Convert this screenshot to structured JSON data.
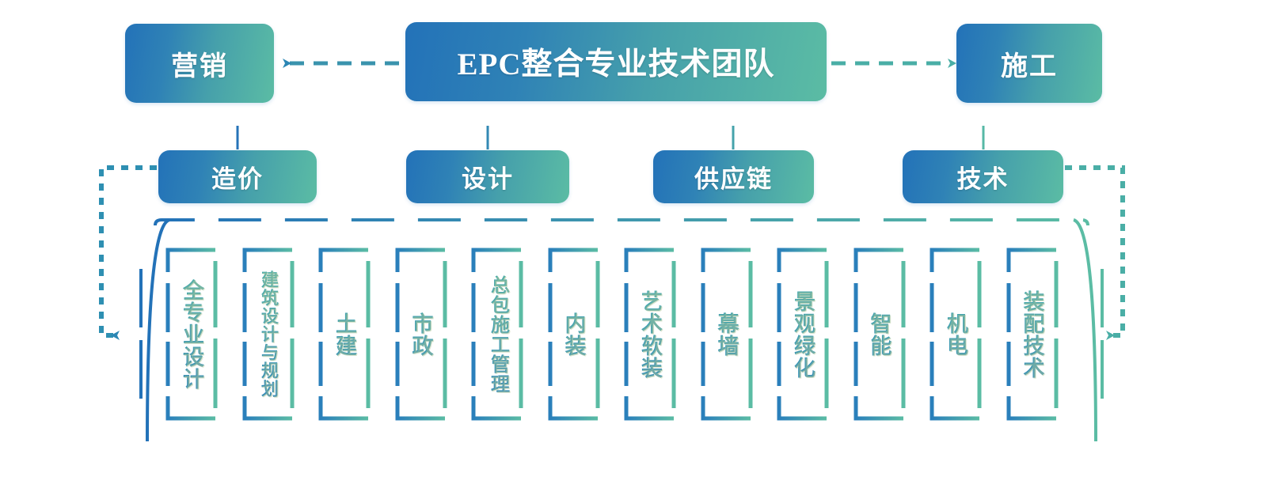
{
  "diagram": {
    "type": "org-chart",
    "title": "EPC整合专业技术团队",
    "root": {
      "label": "EPC整合专业技术团队"
    },
    "peers": [
      {
        "label": "营销",
        "side": "left",
        "arrow": "left-arrow-dashed"
      },
      {
        "label": "施工",
        "side": "right",
        "arrow": "right-arrow-dashed"
      }
    ],
    "level2": [
      {
        "label": "造价"
      },
      {
        "label": "设计"
      },
      {
        "label": "供应链"
      },
      {
        "label": "技术"
      }
    ],
    "leaves": [
      {
        "label": "全专业设计"
      },
      {
        "label": "建筑设计与规划"
      },
      {
        "label": "土建"
      },
      {
        "label": "市政"
      },
      {
        "label": "总包施工管理"
      },
      {
        "label": "内装"
      },
      {
        "label": "艺术软装"
      },
      {
        "label": "幕墙"
      },
      {
        "label": "景观绿化"
      },
      {
        "label": "智能"
      },
      {
        "label": "机电"
      },
      {
        "label": "装配技术"
      }
    ],
    "colors": {
      "gradient_start": "#2372b8",
      "gradient_end": "#5bbca4",
      "box_text": "#ffffff",
      "connector_blue": "#2372b8",
      "connector_green": "#5bbca4",
      "background": "#ffffff"
    }
  }
}
